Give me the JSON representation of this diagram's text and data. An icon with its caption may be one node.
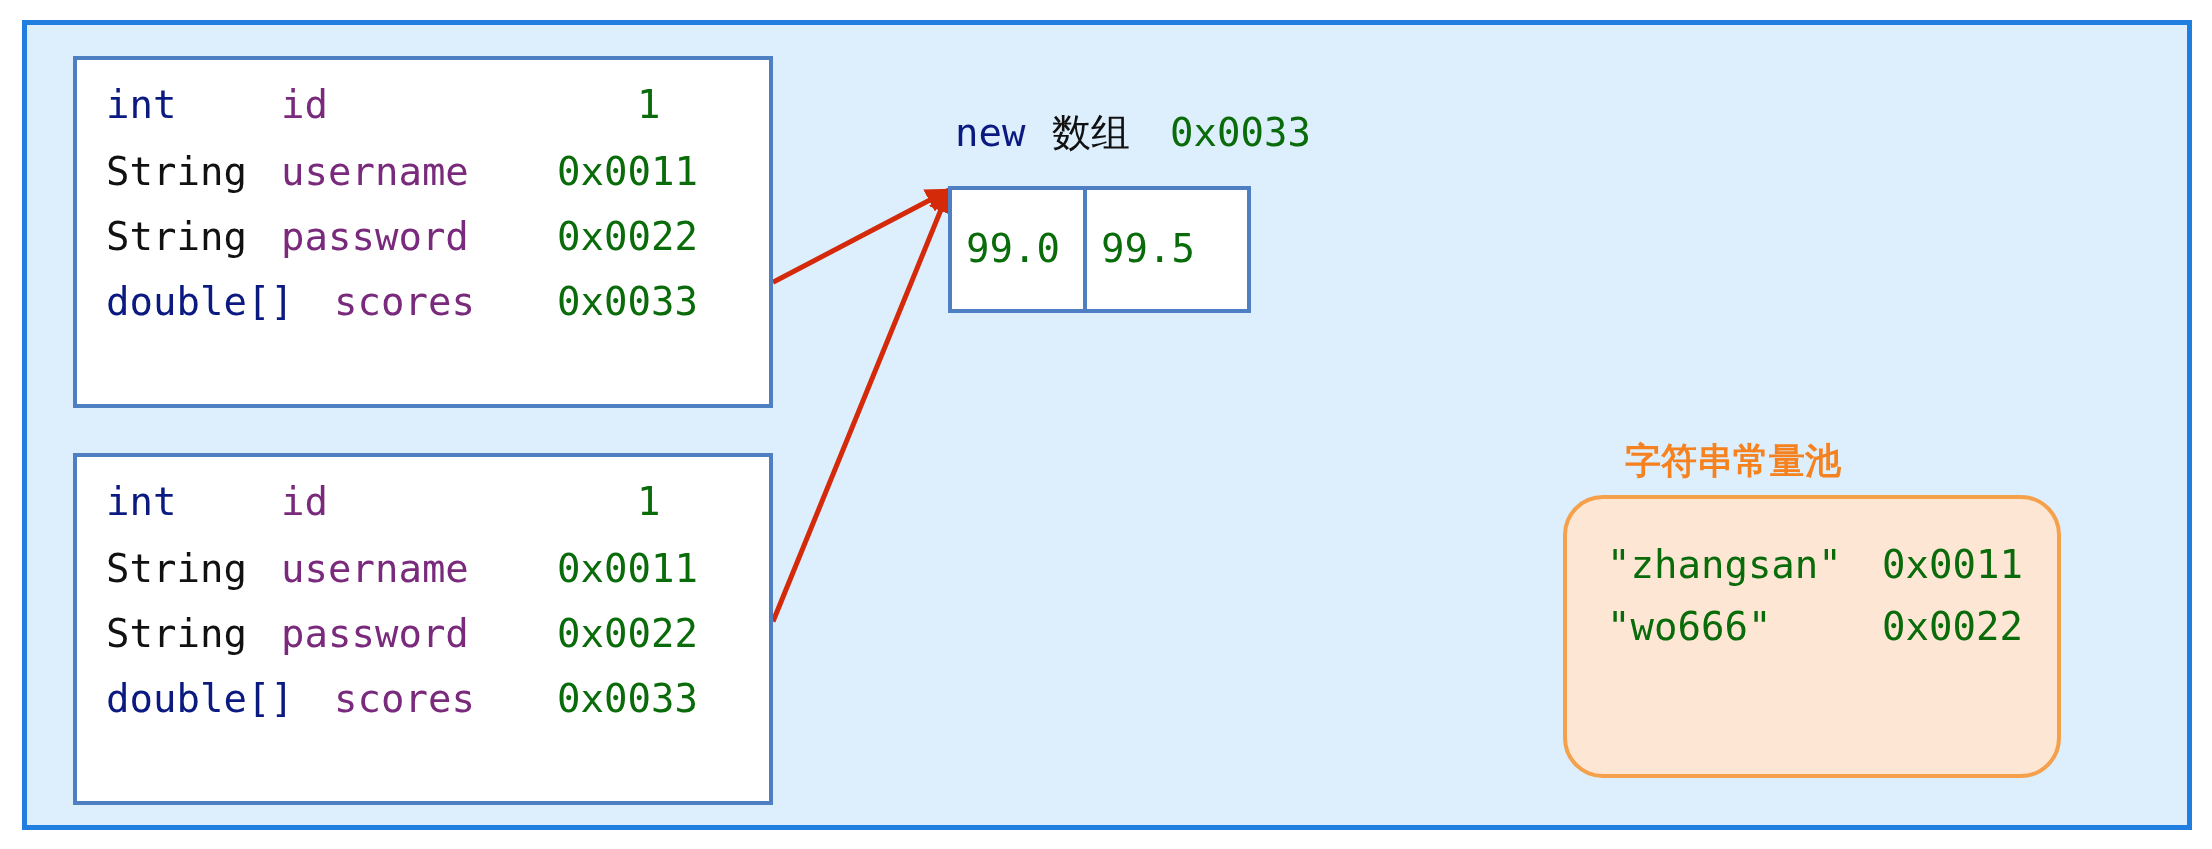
{
  "diagram": {
    "nodes": [
      {
        "text": [],
        "shape": "box"
      },
      {
        "text": [
          "int",
          "id",
          "1",
          "String",
          "username",
          "0x0011",
          "String",
          "password",
          "0x0022",
          "double[]",
          "scores",
          "0x0033"
        ],
        "in": 0
      },
      {
        "text": [
          "int",
          "id",
          "1",
          "String",
          "username",
          "0x0011",
          "String",
          "password",
          "0x0022",
          "double[]",
          "scores",
          "0x0033"
        ],
        "in": 0
      },
      {
        "text": [
          "new",
          "数组",
          "0x0033"
        ],
        "in": 0
      },
      {
        "text": [
          "99.0"
        ],
        "in": 3
      },
      {
        "text": [
          "99.5"
        ],
        "in": 3
      },
      {
        "text": [
          "字符串常量池",
          "\"zhangsan\"",
          "0x0011",
          "\"wo666\"",
          "0x0022"
        ],
        "in": 0
      }
    ],
    "edges": [
      {
        "from": 1,
        "to": 3,
        "arrow": "to"
      },
      {
        "from": 2,
        "to": 3,
        "arrow": "to"
      }
    ]
  }
}
